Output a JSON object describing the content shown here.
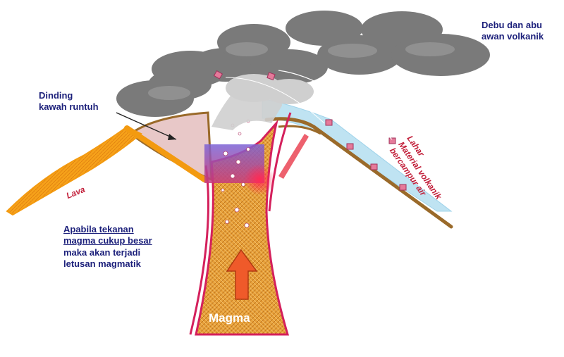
{
  "labels": {
    "ash_cloud": [
      "Debu dan abu",
      "awan volkanik"
    ],
    "crater_wall": [
      "Dinding",
      "kawah runtuh"
    ],
    "lava": "Lava",
    "lahar": [
      "Lahar",
      "Material volkanik",
      "bercampur air"
    ],
    "eruption_note": [
      "Apabila tekanan",
      "magma cukup besar",
      "maka akan terjadi",
      "letusan magmatik"
    ],
    "magma": "Magma"
  },
  "colors": {
    "cloud": "#7a7a7a",
    "cloud_light": "#cfcfcf",
    "lava": "#f6a21a",
    "conduit": "#e8a13a",
    "conduit_edge": "#d4205c",
    "crater_fill": "#e8c8c8",
    "lahar_water": "#bfe3f2",
    "ground_line": "#9a6a2a",
    "arrow": "#ef5a2a",
    "label_navy": "#1b1f7a",
    "label_red": "#c21f3a"
  },
  "icons": [
    "upward-arrow-icon",
    "pointer-arrow-icon"
  ]
}
